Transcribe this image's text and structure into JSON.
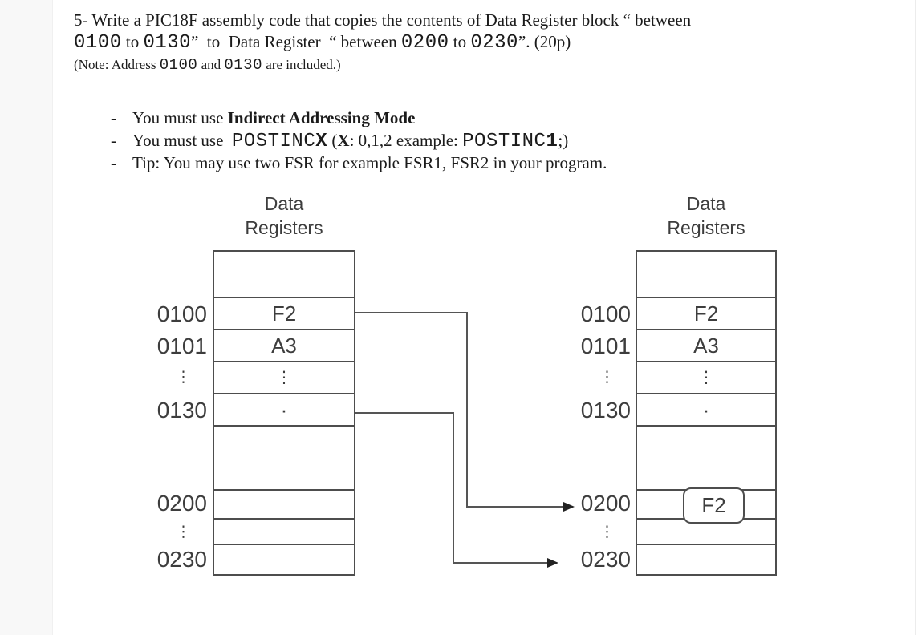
{
  "document": {
    "question": {
      "line1": "5- Write a PIC18F assembly code that copies the contents of Data Register block “ between",
      "line2": {
        "addr1": "0100",
        "sep1": " to ",
        "addr2": "0130",
        "mid": "”  to  Data Register  “ between ",
        "addr3": "0200",
        "sep2": " to ",
        "addr4": "0230",
        "end": "”. (20p)"
      },
      "note": {
        "pre": "(Note: Address ",
        "addr1": "0100",
        "mid": " and ",
        "addr2": "0130",
        "post": " are included.)"
      }
    },
    "requirements": {
      "dash": "-",
      "item1": {
        "text": "You must use ",
        "bold": "Indirect Addressing Mode"
      },
      "item2": {
        "text1": "You must use  ",
        "mono1": "POSTINC",
        "monoBold1": "X",
        "text2": " (",
        "boldX": "X",
        "text3": ": 0,1,2 example: ",
        "mono2": "POSTINC",
        "monoBold2": "1",
        "text4": ";)"
      },
      "item3": "Tip: You may use two FSR for example FSR1, FSR2 in your program."
    }
  },
  "diagram": {
    "source_table": {
      "title_line1": "Data",
      "title_line2": "Registers",
      "labels": {
        "l0100": "0100",
        "l0101": "0101",
        "ldots1": "⋮",
        "l0130": "0130",
        "l0200": "0200",
        "ldots2": "⋮",
        "l0230": "0230"
      },
      "cells": {
        "c0100": "F2",
        "c0101": "A3",
        "cdots": "⋮",
        "c0130": "·"
      }
    },
    "dest_table": {
      "title_line1": "Data",
      "title_line2": "Registers",
      "labels": {
        "l0100": "0100",
        "l0101": "0101",
        "ldots1": "⋮",
        "l0130": "0130",
        "l0200": "0200",
        "ldots2": "⋮",
        "l0230": "0230"
      },
      "cells": {
        "c0100": "F2",
        "c0101": "A3",
        "cdots": "⋮",
        "c0130": "·",
        "c0200": "F2"
      }
    }
  },
  "colors": {
    "page_bg": "#ffffff",
    "side_strip": "#f8f8f8",
    "table_border": "#4d4d4d",
    "diagram_text": "#3d3d3d",
    "body_text": "#1b1b1b",
    "arrow": "#555555"
  }
}
